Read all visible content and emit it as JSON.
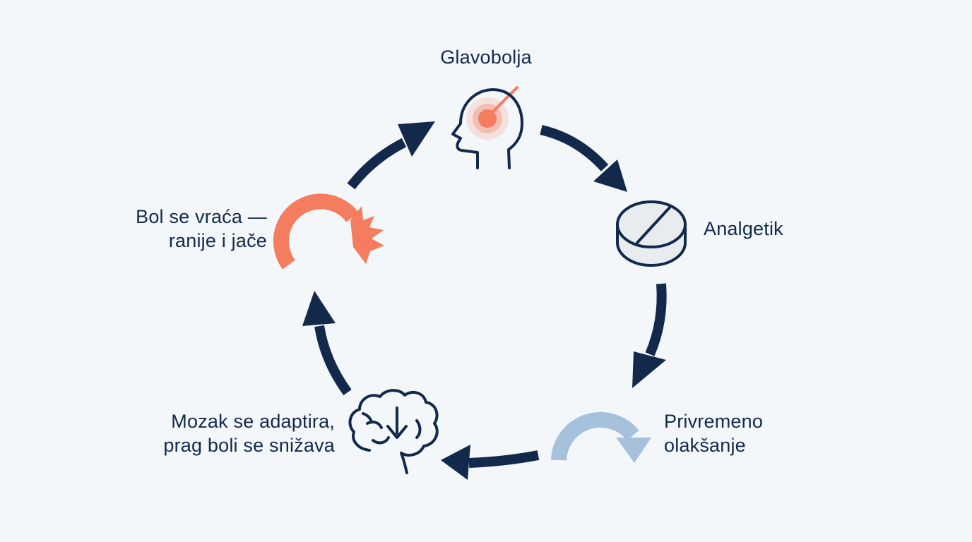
{
  "colors": {
    "background": "#f4f7fa",
    "navy": "#13294b",
    "coral": "#f47c5f",
    "lightblue": "#a5c1db",
    "pill": "#e9ecef"
  },
  "nodes": {
    "headache": {
      "label": "Glavobolja",
      "icon": "head-pain-icon"
    },
    "analgesic": {
      "label": "Analgetik",
      "icon": "pill-icon"
    },
    "relief": {
      "lines": [
        "Privremeno",
        "olakšanje"
      ],
      "icon": "relief-arc-icon"
    },
    "brain": {
      "lines": [
        "Mozak se adaptira,",
        "prag boli se snižava"
      ],
      "icon": "brain-down-icon"
    },
    "return": {
      "lines": [
        "Bol se vraća —",
        "ranije i jače"
      ],
      "icon": "pain-return-arc-icon"
    }
  },
  "arrows": [
    "arrow-headache-to-analgesic",
    "arrow-analgesic-to-relief",
    "arrow-relief-to-brain",
    "arrow-brain-to-return",
    "arrow-return-to-headache"
  ]
}
